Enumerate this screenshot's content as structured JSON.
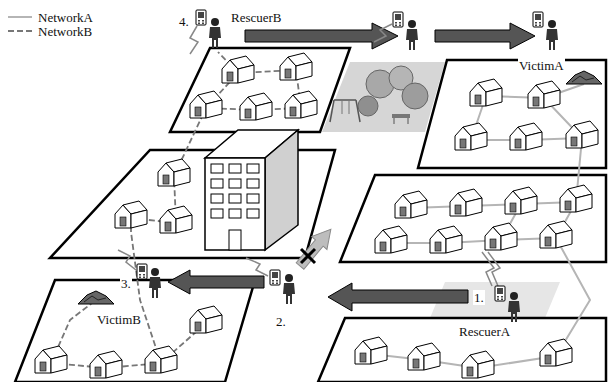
{
  "diagram": {
    "labels": [
      "4.",
      "RescuerB",
      "VictimA",
      "3.",
      "VictimB",
      "2.",
      "1.",
      "RescuerA"
    ],
    "legend": [
      {
        "text": "NetworkA"
      },
      {
        "text": "NetworkB"
      }
    ]
  }
}
